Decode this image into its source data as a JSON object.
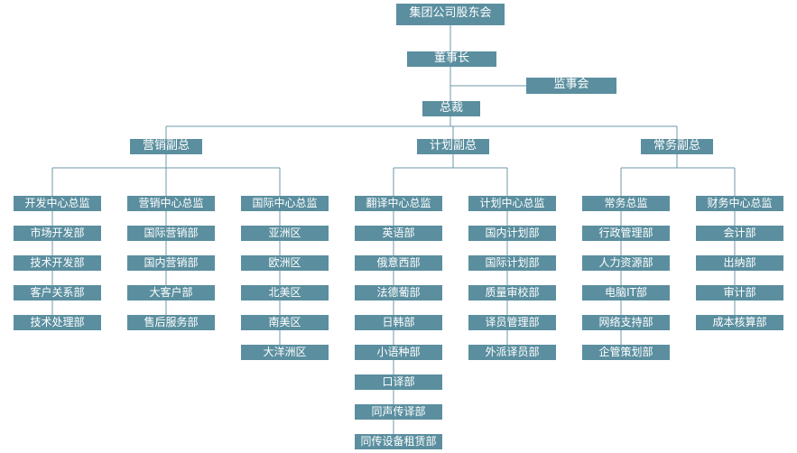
{
  "root": "集团公司股东会",
  "chairman": "董事长",
  "supervisory_board": "监事会",
  "president": "总裁",
  "vice_presidents": [
    {
      "title": "营销副总",
      "departments": [
        {
          "head": "开发中心总监",
          "units": [
            "市场开发部",
            "技术开发部",
            "客户关系部",
            "技术处理部"
          ]
        },
        {
          "head": "营销中心总监",
          "units": [
            "国际营销部",
            "国内营销部",
            "大客户部",
            "售后服务部"
          ]
        },
        {
          "head": "国际中心总监",
          "units": [
            "亚洲区",
            "欧洲区",
            "北美区",
            "南美区",
            "大洋洲区"
          ]
        }
      ]
    },
    {
      "title": "计划副总",
      "departments": [
        {
          "head": "翻译中心总监",
          "units": [
            "英语部",
            "俄意西部",
            "法德葡部",
            "日韩部",
            "小语种部",
            "口译部",
            "同声传译部",
            "同传设备租赁部"
          ]
        },
        {
          "head": "计划中心总监",
          "units": [
            "国内计划部",
            "国际计划部",
            "质量审校部",
            "译员管理部",
            "外派译员部"
          ]
        }
      ]
    },
    {
      "title": "常务副总",
      "departments": [
        {
          "head": "常务总监",
          "units": [
            "行政管理部",
            "人力资源部",
            "电脑IT部",
            "网络支持部",
            "企管策划部"
          ]
        },
        {
          "head": "财务中心总监",
          "units": [
            "会计部",
            "出纳部",
            "审计部",
            "成本核算部"
          ]
        }
      ]
    }
  ]
}
